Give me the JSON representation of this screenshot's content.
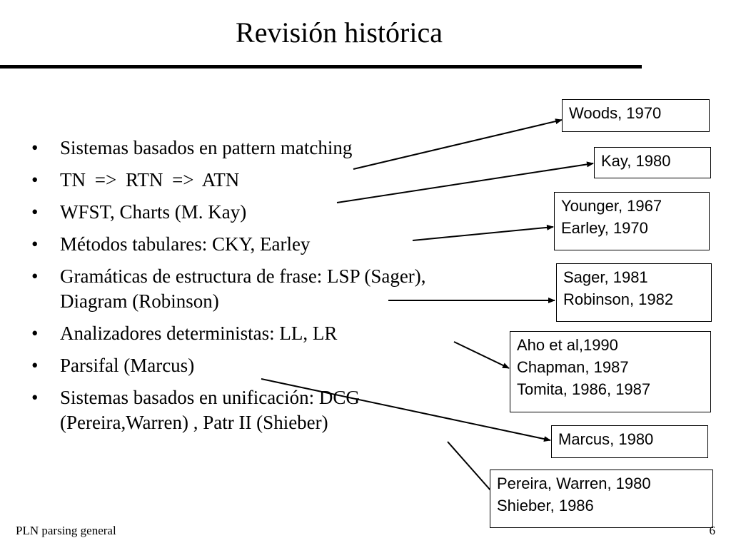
{
  "slide": {
    "title": "Revisión histórica",
    "bullets": [
      "Sistemas basados en pattern matching",
      "TN  => RTN => ATN",
      "WFST,  Charts (M. Kay)",
      "Métodos tabulares: CKY, Earley",
      "Gramáticas de estructura de frase: LSP (Sager), Diagram (Robinson)",
      "Analizadores deterministas:  LL, LR",
      "Parsifal  (Marcus)",
      "Sistemas basados en unificación: DCG (Pereira,Warren) , Patr II (Shieber)"
    ],
    "references": [
      [
        "Woods, 1970"
      ],
      [
        "Kay, 1980"
      ],
      [
        "Younger, 1967",
        "Earley, 1970"
      ],
      [
        "Sager, 1981",
        "Robinson, 1982"
      ],
      [
        "Aho et al,1990",
        "Chapman, 1987",
        "Tomita, 1986, 1987"
      ],
      [
        "Marcus, 1980"
      ],
      [
        "Pereira, Warren, 1980",
        "Shieber, 1986"
      ]
    ],
    "footer": "PLN  parsing general",
    "page_number": "6"
  }
}
